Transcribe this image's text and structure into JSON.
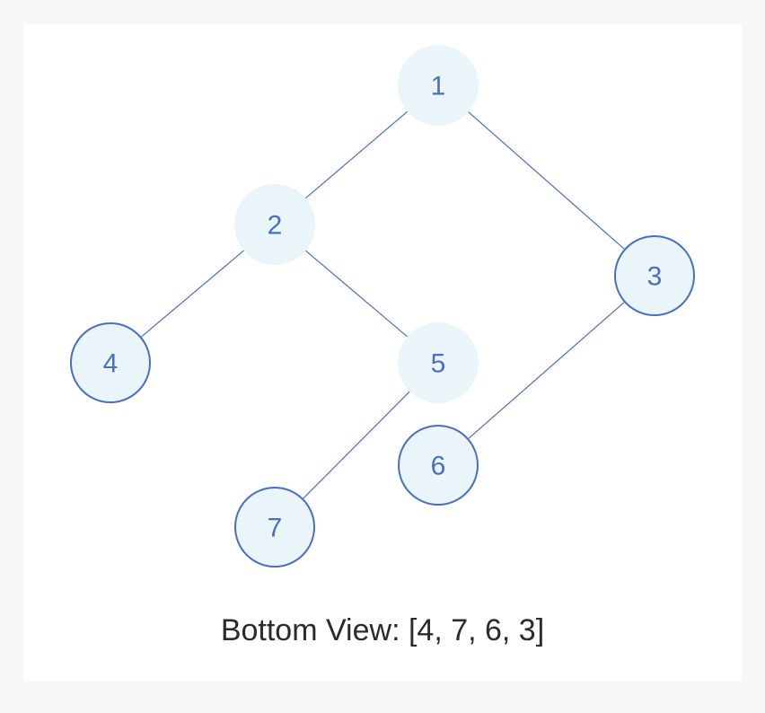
{
  "diagram": {
    "nodes": [
      {
        "id": "n1",
        "label": "1",
        "highlighted": false
      },
      {
        "id": "n2",
        "label": "2",
        "highlighted": false
      },
      {
        "id": "n3",
        "label": "3",
        "highlighted": true
      },
      {
        "id": "n4",
        "label": "4",
        "highlighted": true
      },
      {
        "id": "n5",
        "label": "5",
        "highlighted": false
      },
      {
        "id": "n6",
        "label": "6",
        "highlighted": true
      },
      {
        "id": "n7",
        "label": "7",
        "highlighted": true
      }
    ],
    "edges": [
      {
        "from": "n1",
        "to": "n2"
      },
      {
        "from": "n1",
        "to": "n3"
      },
      {
        "from": "n2",
        "to": "n4"
      },
      {
        "from": "n2",
        "to": "n5"
      },
      {
        "from": "n5",
        "to": "n7"
      },
      {
        "from": "n3",
        "to": "n6"
      }
    ],
    "caption": "Bottom View: [4, 7, 6, 3]",
    "colors": {
      "node_fill": "#e9f5f8",
      "accent": "#4a6fc0",
      "caption_text": "#2b2b2b",
      "background": "#f5f7f9"
    }
  }
}
